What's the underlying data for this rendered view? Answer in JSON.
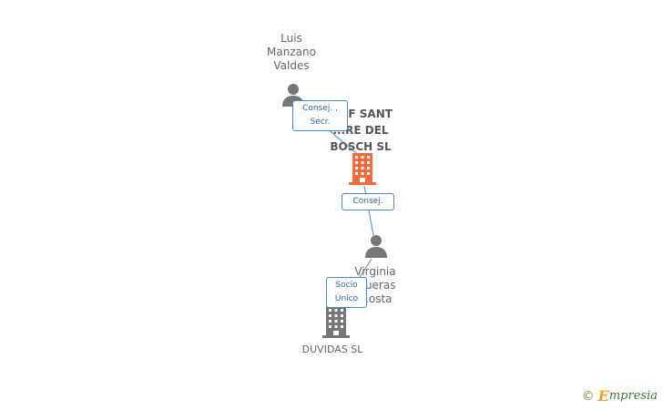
{
  "colors": {
    "edge": "#4a86c8",
    "focus_company": "#f26b3a",
    "company": "#777777",
    "person": "#777777"
  },
  "nodes": {
    "person_top": {
      "name": "Luis\nManzano\nValdes",
      "icon": "person-icon"
    },
    "company_focus": {
      "name": "...LF SANT\n...RE DEL\nBOSCH SL",
      "icon": "building-icon"
    },
    "person_mid": {
      "name": "Virginia\n...ueras\n...osta",
      "icon": "person-icon"
    },
    "company_bottom": {
      "name": "DUVIDAS SL",
      "icon": "building-icon"
    }
  },
  "edges": [
    {
      "from": "person_top",
      "to": "company_focus",
      "label": "Consej. ,\nSecr."
    },
    {
      "from": "company_focus",
      "to": "person_mid",
      "label": "Consej."
    },
    {
      "from": "person_mid",
      "to": "company_bottom",
      "label": "Socio\nÚnico"
    }
  ],
  "watermark": {
    "copyright": "©",
    "brand_letter": "E",
    "brand_rest": "mpresia"
  }
}
